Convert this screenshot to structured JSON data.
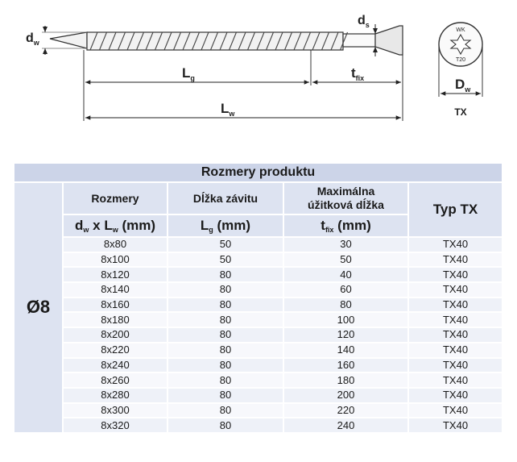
{
  "drawing": {
    "dw": "d",
    "dw_sub": "w",
    "ds": "d",
    "ds_sub": "s",
    "lg": "L",
    "lg_sub": "g",
    "tfix": "t",
    "tfix_sub": "fix",
    "lw": "L",
    "lw_sub": "w",
    "head_top": "WK",
    "head_bottom": "T20",
    "Dw": "D",
    "Dw_sub": "w",
    "type_label": "TX"
  },
  "table": {
    "caption": "Rozmery produktu",
    "headers": {
      "rozmery": "Rozmery",
      "dlzka_zavitu": "Dĺžka závitu",
      "max_line1": "Maximálna",
      "max_line2": "úžitková dĺžka",
      "typ": "Typ TX"
    },
    "units": {
      "d": "d",
      "d_sub": "w",
      "x": " x ",
      "l": "L",
      "l_sub": "w",
      "mm1": " (mm)",
      "lg": "L",
      "lg_sub": "g",
      "mm2": " (mm)",
      "t": "t",
      "t_sub": "fix",
      "mm3": " (mm)"
    },
    "diameter": "Ø8",
    "rows": [
      {
        "size": "8x80",
        "lg": "50",
        "tfix": "30",
        "tx": "TX40"
      },
      {
        "size": "8x100",
        "lg": "50",
        "tfix": "50",
        "tx": "TX40"
      },
      {
        "size": "8x120",
        "lg": "80",
        "tfix": "40",
        "tx": "TX40"
      },
      {
        "size": "8x140",
        "lg": "80",
        "tfix": "60",
        "tx": "TX40"
      },
      {
        "size": "8x160",
        "lg": "80",
        "tfix": "80",
        "tx": "TX40"
      },
      {
        "size": "8x180",
        "lg": "80",
        "tfix": "100",
        "tx": "TX40"
      },
      {
        "size": "8x200",
        "lg": "80",
        "tfix": "120",
        "tx": "TX40"
      },
      {
        "size": "8x220",
        "lg": "80",
        "tfix": "140",
        "tx": "TX40"
      },
      {
        "size": "8x240",
        "lg": "80",
        "tfix": "160",
        "tx": "TX40"
      },
      {
        "size": "8x260",
        "lg": "80",
        "tfix": "180",
        "tx": "TX40"
      },
      {
        "size": "8x280",
        "lg": "80",
        "tfix": "200",
        "tx": "TX40"
      },
      {
        "size": "8x300",
        "lg": "80",
        "tfix": "220",
        "tx": "TX40"
      },
      {
        "size": "8x320",
        "lg": "80",
        "tfix": "240",
        "tx": "TX40"
      }
    ]
  }
}
